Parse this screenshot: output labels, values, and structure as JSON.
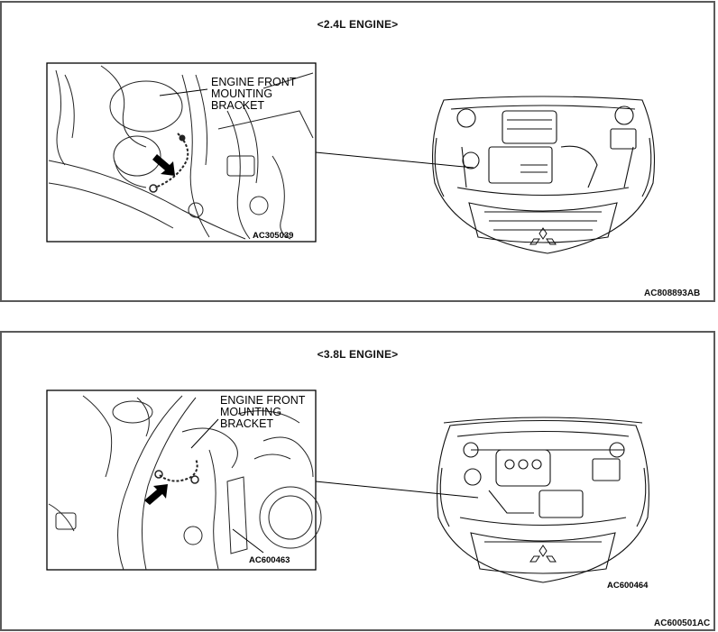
{
  "top_panel": {
    "title": "<2.4L ENGINE>",
    "callout": [
      "ENGINE FRONT",
      "MOUNTING",
      "BRACKET"
    ],
    "detail_code": "AC305039",
    "panel_code": "AC808893AB"
  },
  "bottom_panel": {
    "title": "<3.8L ENGINE>",
    "callout": [
      "ENGINE FRONT",
      "MOUNTING",
      "BRACKET"
    ],
    "detail_code": "AC600463",
    "car_code": "AC600464",
    "panel_code": "AC600501AC"
  },
  "icons": {
    "pointer": "arrow-icon",
    "logo": "three-diamond-logo-icon"
  }
}
